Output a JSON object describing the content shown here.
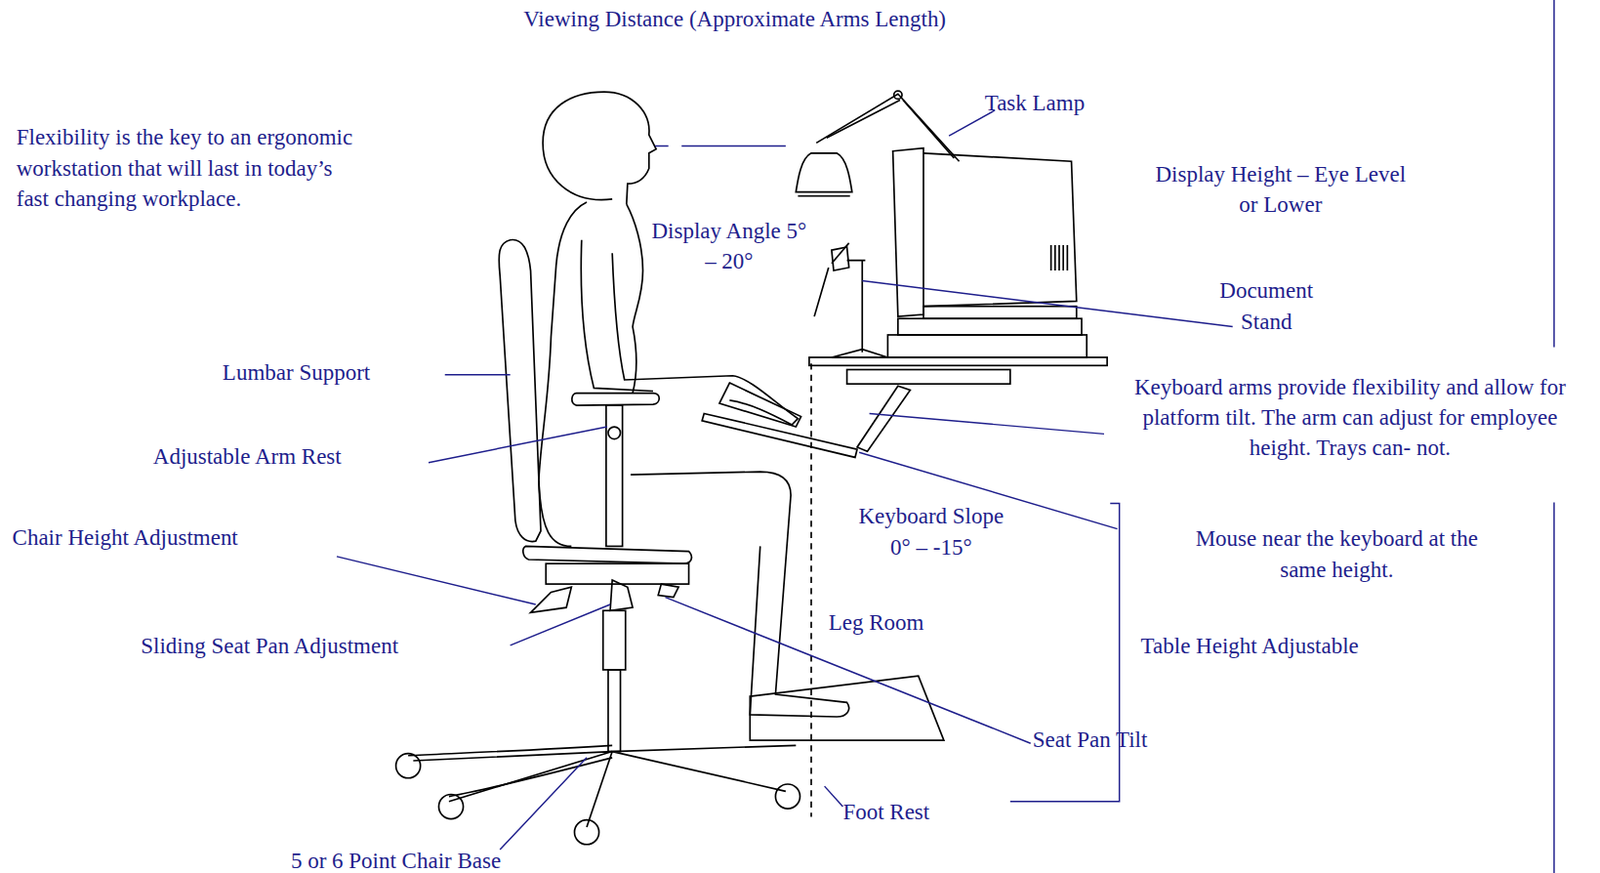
{
  "diagram": {
    "labels": [
      "Viewing Distance (Approximate Arms Length)",
      "Task Lamp",
      "Flexibility is the key to an ergonomic workstation that will last in today’s fast changing workplace.",
      "Display Height – Eye Level or Lower",
      "Display Angle 5° – 20°",
      "Document Stand",
      "Lumbar Support",
      "Keyboard arms provide flexibility and allow for platform tilt. The arm can adjust for employee height. Trays can- not.",
      "Adjustable Arm Rest",
      "Keyboard Slope 0° – -15°",
      "Mouse near the keyboard at the same height.",
      "Chair Height Adjustment",
      "Leg Room",
      "Sliding Seat Pan Adjustment",
      "Table Height Adjustable",
      "Seat Pan Tilt",
      "Foot Rest",
      "5 or 6 Point Chair Base"
    ]
  }
}
